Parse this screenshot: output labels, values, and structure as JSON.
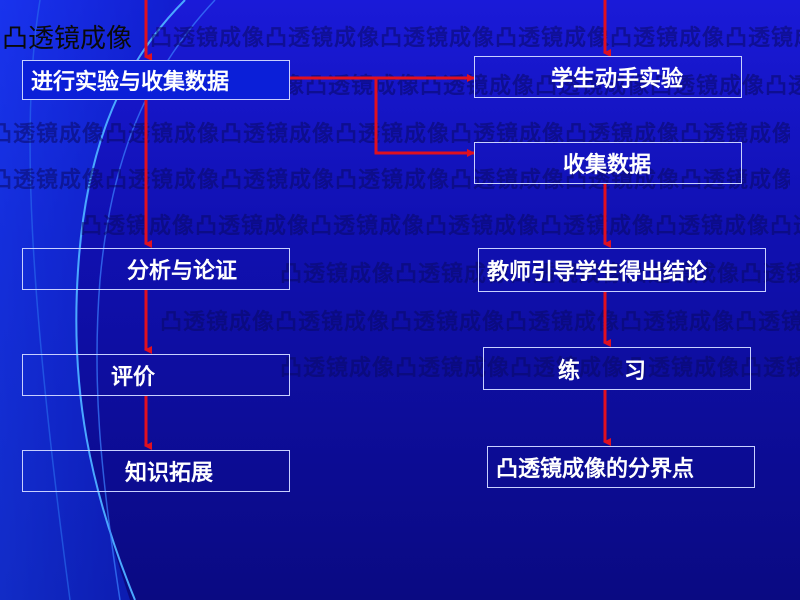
{
  "title": "凸透镜成像",
  "watermark_text": "凸透镜成像凸透镜成像凸透镜成像凸透镜成像凸透镜成像凸透镜成像凸透镜成像凸透镜成像",
  "left_steps": [
    {
      "id": "experiment",
      "label": "进行实验与收集数据"
    },
    {
      "id": "analysis",
      "label": "分析与论证"
    },
    {
      "id": "evaluation",
      "label": "评价"
    },
    {
      "id": "extension",
      "label": "知识拓展"
    }
  ],
  "right_steps": [
    {
      "id": "hands-on",
      "label": "学生动手实验"
    },
    {
      "id": "collect",
      "label": "收集数据"
    },
    {
      "id": "conclusion",
      "label": "教师引导学生得出结论"
    },
    {
      "id": "practice",
      "label": "练　　习"
    },
    {
      "id": "boundary",
      "label": "凸透镜成像的分界点"
    }
  ],
  "colors": {
    "arrow": "#e01020",
    "box_border": "#c8d0ff",
    "text": "#ffffff",
    "background": "#1010b0"
  }
}
